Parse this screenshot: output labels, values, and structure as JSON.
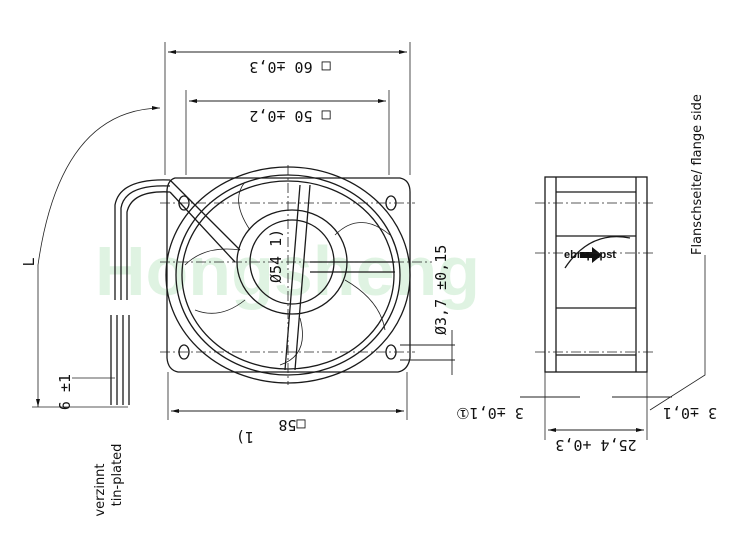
{
  "drawing": {
    "watermark": "Hongsheng",
    "front_view": {
      "dim_outer": "□ 60 ±0,3",
      "dim_hole_spacing": "□ 50 ±0,2",
      "dim_hub": "Ø54 1)",
      "dim_hole": "Ø3,7 ±0,15",
      "dim_housing": "□58",
      "footnote_ref": "1)"
    },
    "cable": {
      "length_label": "L",
      "strip_length": "6 ±1",
      "finish_de": "verzinnt",
      "finish_en": "tin-plated"
    },
    "side_view": {
      "brand": "ebmpapst",
      "flange_label": "Flanschseite/ flange side",
      "dim_left": "3 ±0,1①",
      "dim_right": "3 ±0,1",
      "dim_depth": "25,4 +0,3"
    }
  }
}
